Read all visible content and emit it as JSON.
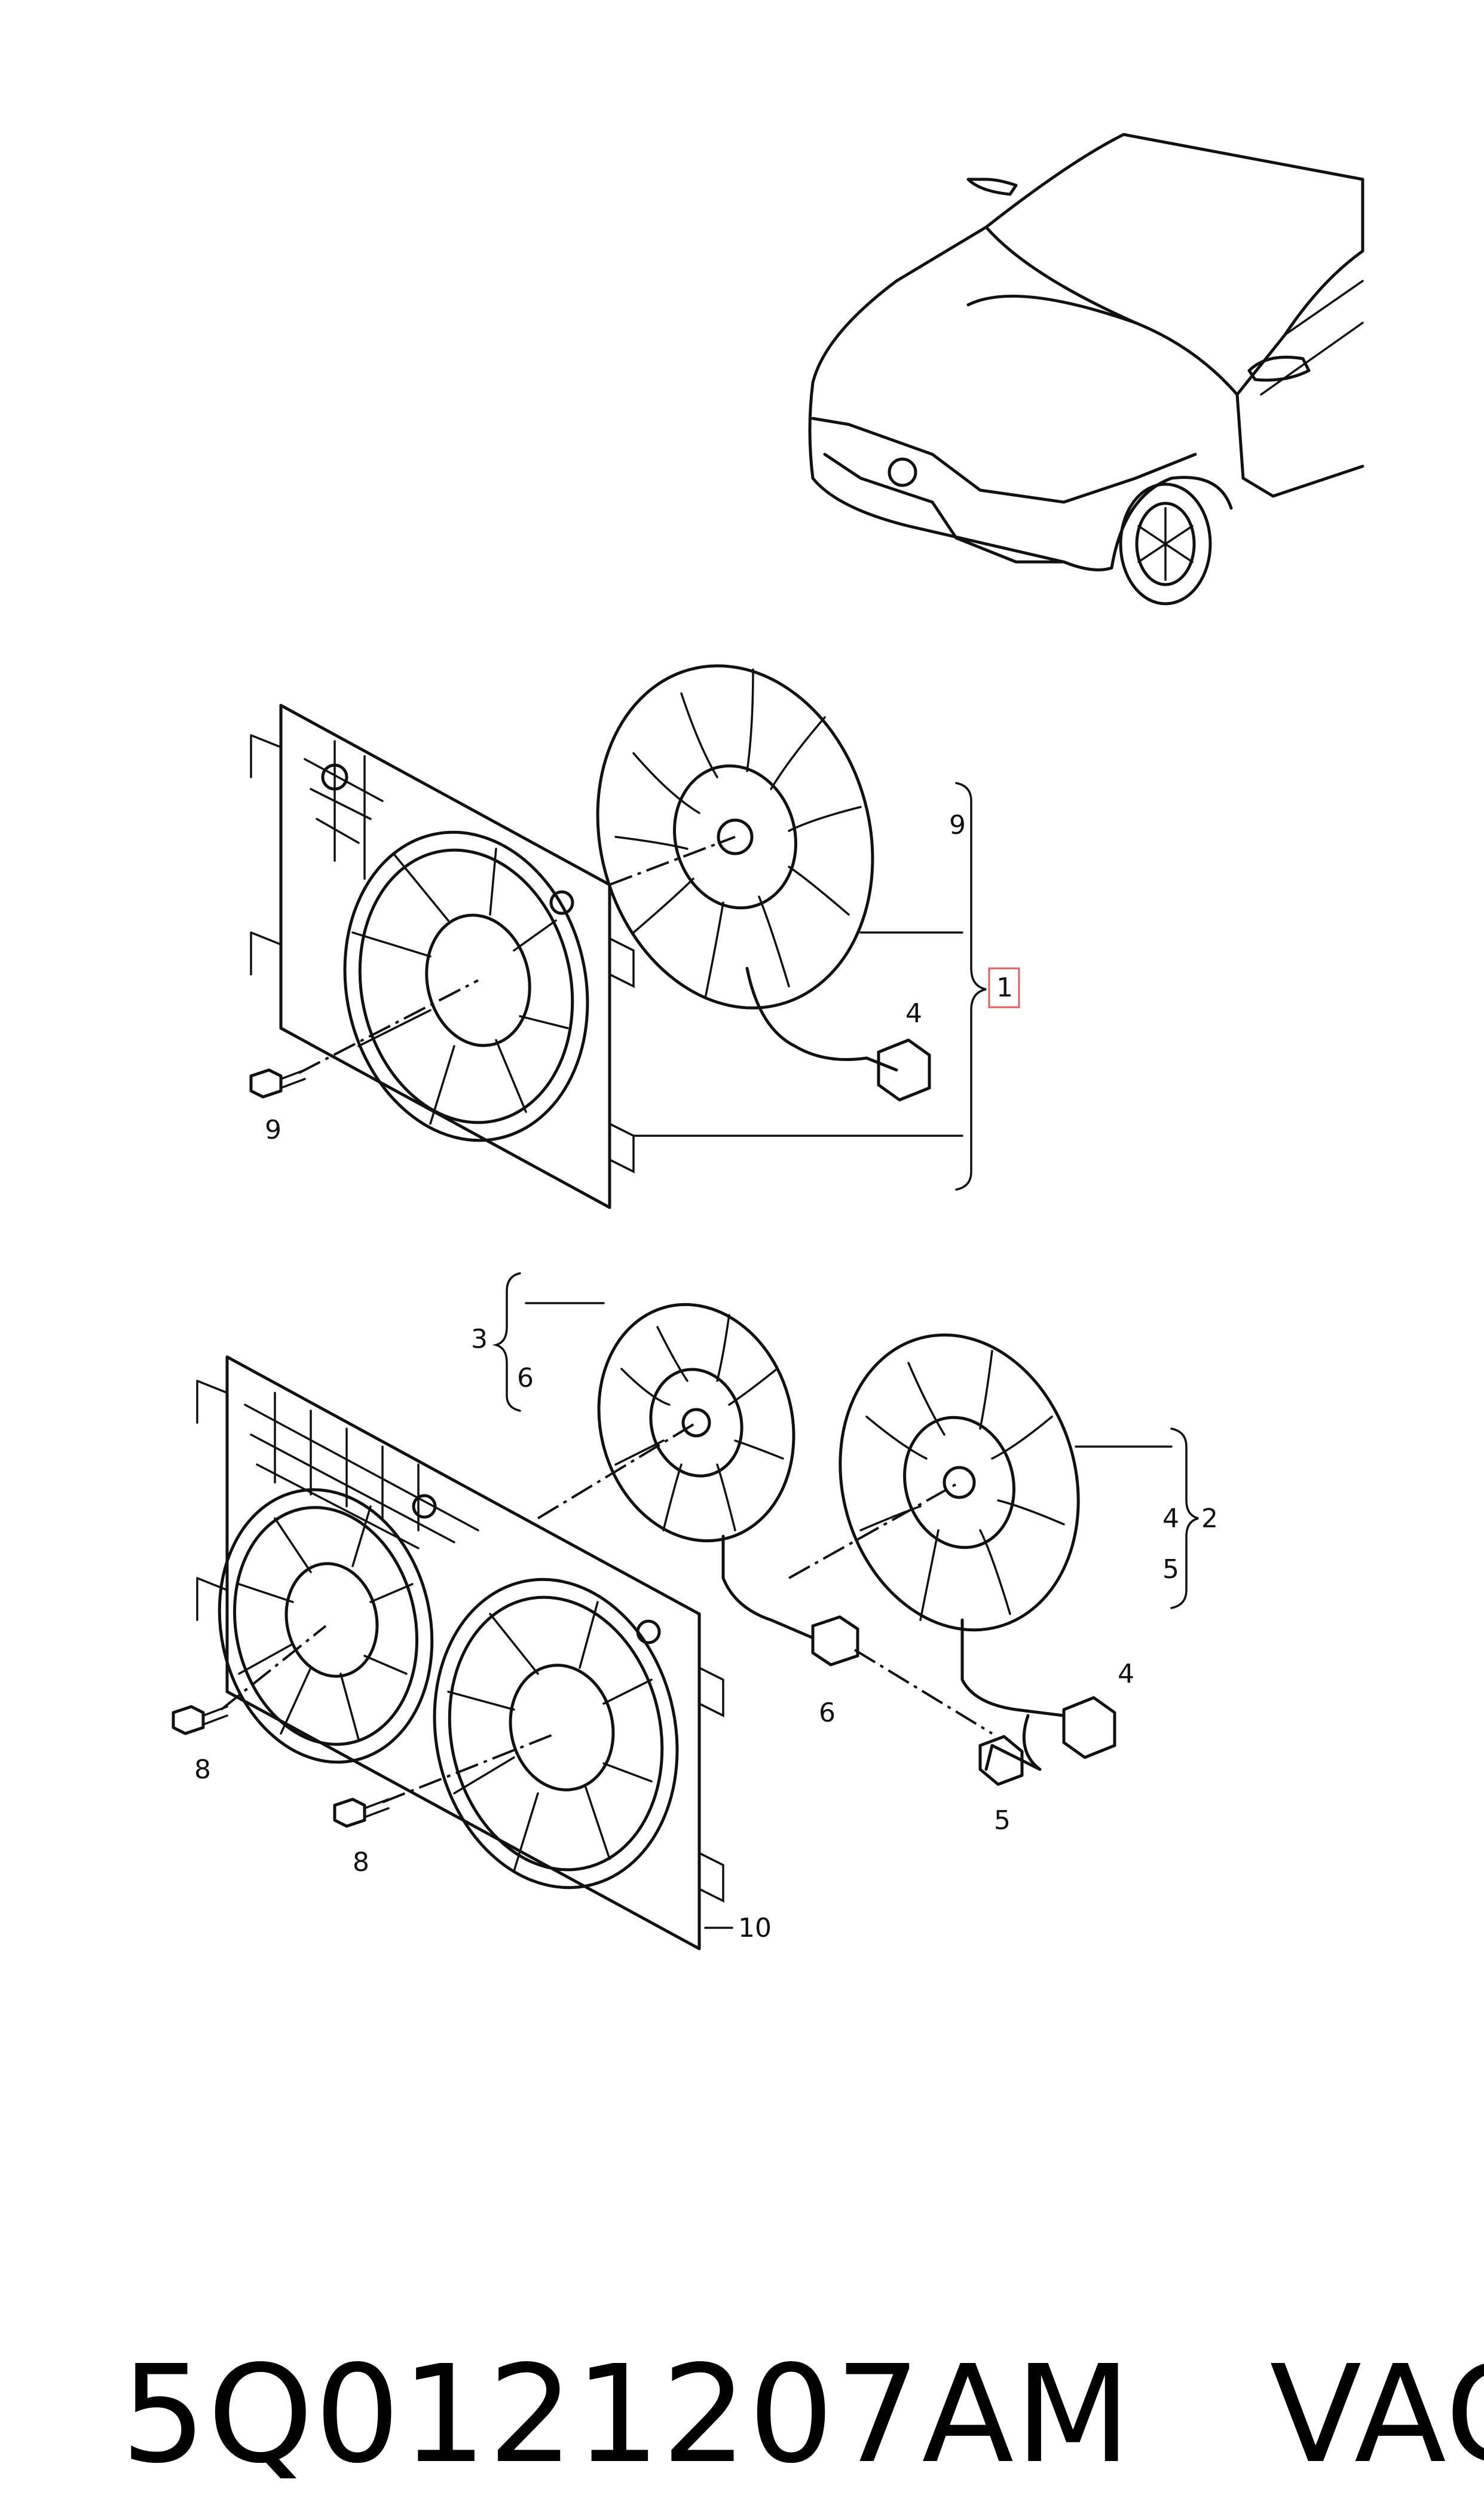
{
  "callouts": {
    "upper_assembly_main": "1",
    "upper_fan_bracket": "9",
    "upper_fan_connector": "4",
    "upper_shroud_bolt": "9",
    "lower_left_fan_top": "3",
    "lower_left_fan_bottom": "6",
    "lower_right_fan_group": "2",
    "lower_right_fan_top": "4",
    "lower_right_fan_bottom": "5",
    "lower_connector_left": "6",
    "lower_connector_right": "4",
    "lower_harness_connector": "5",
    "lower_bolt_upper": "8",
    "lower_bolt_lower": "8",
    "lower_shroud": "10"
  },
  "footer": {
    "part_number": "5Q0121207AM",
    "brand": "VAG"
  },
  "colors": {
    "line": "#111111",
    "highlight_box": "#e06060",
    "background": "#ffffff"
  }
}
